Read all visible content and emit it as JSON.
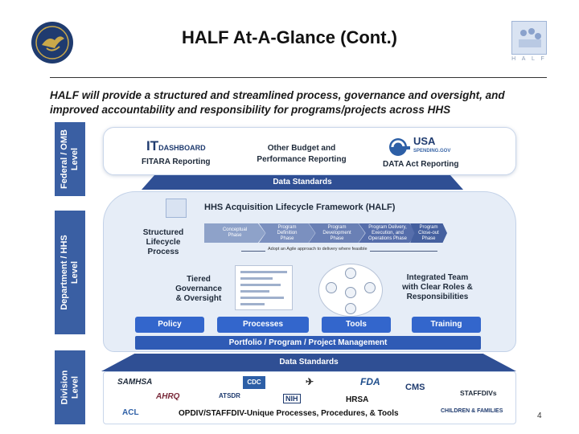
{
  "header": {
    "title": "HALF At-A-Glance (Cont.)",
    "seal_icon": "hhs-seal-icon",
    "half_logo_text": "H A L F"
  },
  "lead_text": "HALF will provide a structured and streamlined process, governance and oversight, and improved accountability and responsibility for programs/projects across HHS",
  "tiers": {
    "federal": "Federal / OMB\nLevel",
    "department": "Department / HHS\nLevel",
    "division": "Division\nLevel"
  },
  "federal": {
    "itdashboard_it": "IT",
    "itdashboard_rest": "DASHBOARD",
    "fitara": "FITARA Reporting",
    "other_budget": "Other Budget and\nPerformance Reporting",
    "usa_name": "USA",
    "usa_sub": "SPENDING.GOV",
    "data_act": "DATA Act Reporting"
  },
  "data_standards": "Data Standards",
  "department": {
    "half_title": "HHS Acquisition Lifecycle Framework (HALF)",
    "structured": "Structured\nLifecycle\nProcess",
    "phases": [
      "Conceptual\nPhase",
      "Program\nDefinition\nPhase",
      "Program\nDevelopment\nPhase",
      "Program Delivery,\nExecution, and\nOperations Phase",
      "Program\nClose-out\nPhase"
    ],
    "agile_note": "Adopt an Agile approach to delivery where feasible",
    "tiered": "Tiered\nGovernance\n& Oversight",
    "integrated": "Integrated Team\nwith Clear Roles &\nResponsibilities",
    "pillars": [
      "Policy",
      "Processes",
      "Tools",
      "Training"
    ],
    "portfolio": "Portfolio / Program / Project Management"
  },
  "division": {
    "samhsa": "SAMHSA",
    "cdc": "CDC",
    "fda": "FDA",
    "cms": "CMS",
    "staffdivs": "STAFFDIVs",
    "ahrq": "AHRQ",
    "atsdr": "ATSDR",
    "nih": "NIH",
    "hrsa": "HRSA",
    "acl": "ACL",
    "opdiv_text": "OPDIV/STAFFDIV-Unique Processes, Procedures, & Tools",
    "acf": "CHILDREN & FAMILIES"
  },
  "page_number": "4",
  "colors": {
    "tier_blue": "#3a5fa3",
    "standards_navy": "#2f4f94",
    "pill_blue": "#3366cc",
    "panel_bg": "#e6edf7"
  }
}
